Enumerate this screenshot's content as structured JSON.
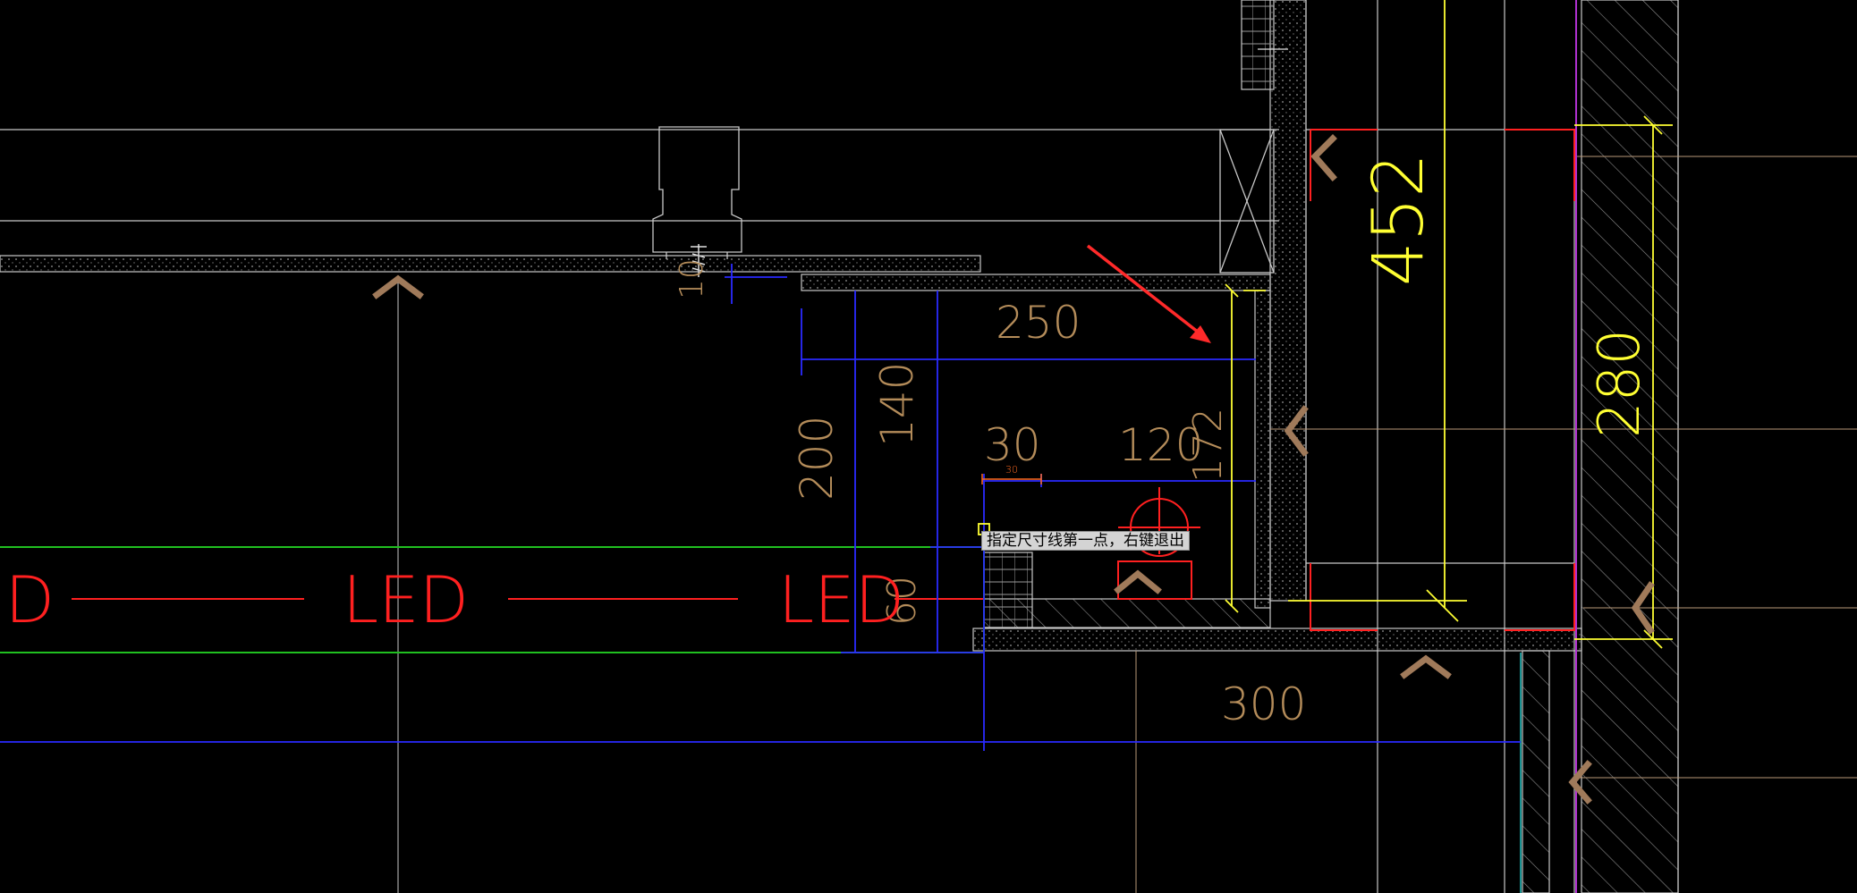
{
  "prompt": {
    "text": "指定尺寸线第一点，右键退出"
  },
  "dimensions": {
    "d10": "10",
    "d250": "250",
    "d140": "140",
    "d200": "200",
    "d30": "30",
    "d30_small": "30",
    "d120": "120",
    "d172": "172",
    "d60": "60",
    "d300": "300",
    "d452": "452",
    "d280": "280"
  },
  "labels": {
    "led_left": "LED",
    "led_mid": "LED",
    "led_right": "LED"
  },
  "colors": {
    "background": "#000000",
    "white_line": "#c8c8c8",
    "blue_dim": "#2a2aff",
    "yellow_dim": "#ffff33",
    "dim_text": "#b48c5a",
    "red": "#ff2020",
    "green": "#20c020",
    "magenta": "#b030d0",
    "arrow_marker": "#a07a5a",
    "annotation_arrow": "#ff2a2a"
  }
}
